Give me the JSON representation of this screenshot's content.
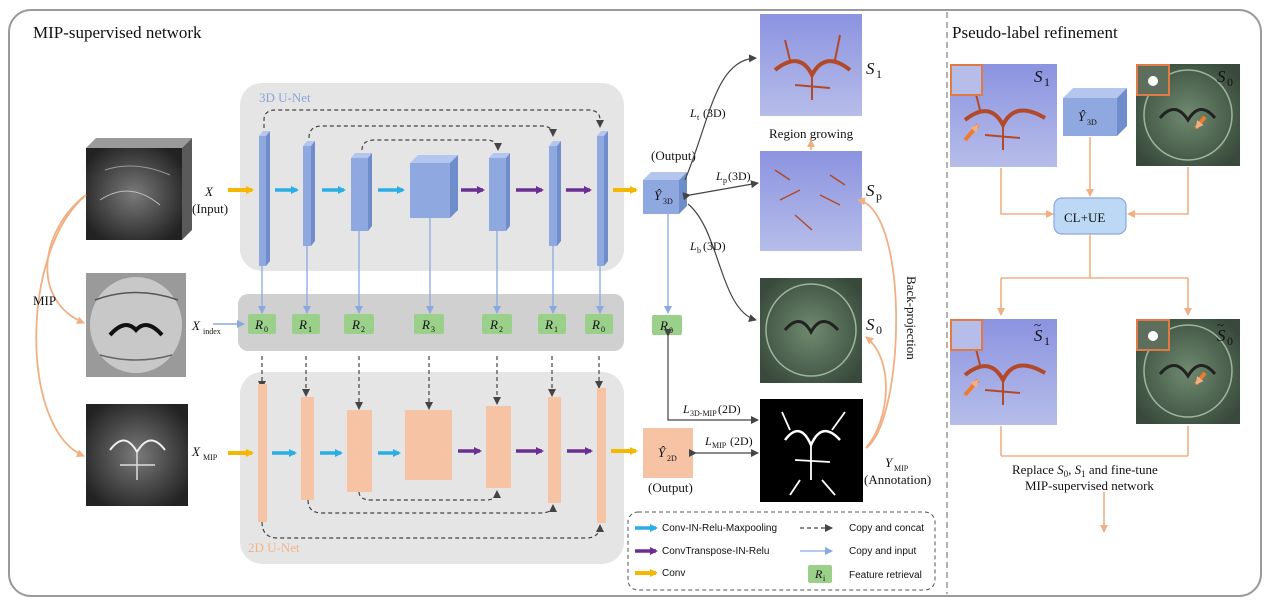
{
  "sections": {
    "left_title": "MIP-supervised network",
    "right_title": "Pseudo-label refinement"
  },
  "nets": {
    "unet3d": "3D U-Net",
    "unet2d": "2D U-Net"
  },
  "inputs": {
    "x": "X",
    "x_input": "(Input)",
    "x_index": "X",
    "x_index_sub": "index",
    "x_mip": "X",
    "x_mip_sub": "MIP",
    "mip": "MIP"
  },
  "retrieval": {
    "r_letter": "R",
    "subs": [
      "0",
      "1",
      "2",
      "3",
      "2",
      "1",
      "0"
    ],
    "extra_sub": "0"
  },
  "outputs": {
    "output_3d": "(Output)",
    "output_2d": "(Output)",
    "yhat": "Ŷ",
    "sub_3d": "3D",
    "sub_2d": "2D"
  },
  "losses": {
    "l_t": "L",
    "l_t_sub": "t",
    "l_p": "L",
    "l_p_sub": "p",
    "l_b": "L",
    "l_b_sub": "b",
    "tag_3d": "(3D)",
    "l_3dmip": "L",
    "l_3dmip_sub": "3D-MIP",
    "l_mip": "L",
    "l_mip_sub": "MIP",
    "tag_2d": "(2D)"
  },
  "labels": {
    "s": "S",
    "s1_sub": "1",
    "sp_sub": "p",
    "s0_sub": "0",
    "region_growing": "Region growing",
    "back_projection": "Back-projection",
    "y_mip": "Y",
    "y_mip_sub": "MIP",
    "annotation": "(Annotation)"
  },
  "refine": {
    "clue": "CL+UE",
    "yhat": "Ŷ",
    "yhat_sub": "3D",
    "replace_prefix": "Replace ",
    "replace_and": ", ",
    "replace_suffix": " and fine-tune",
    "replace_line2": "MIP-supervised network"
  },
  "legend": {
    "conv_in_relu_maxpool": "Conv-IN-Relu-Maxpooling",
    "copy_concat": "Copy and concat",
    "convtranspose": "ConvTranspose-IN-Relu",
    "copy_input": "Copy and input",
    "conv": "Conv",
    "feature_retrieval": "Feature retrieval",
    "ri_letter": "R",
    "ri_sub": "i"
  },
  "colors": {
    "blue_block": "#8fa9e0",
    "orange_block": "#f7c3a5",
    "green_block": "#9bd08a",
    "cyan_arrow": "#2aaee3",
    "purple_arrow": "#6b2f91",
    "yellow_arrow": "#f5b800",
    "orange_line": "#f0b084",
    "light_blue_line": "#8aa9df"
  }
}
